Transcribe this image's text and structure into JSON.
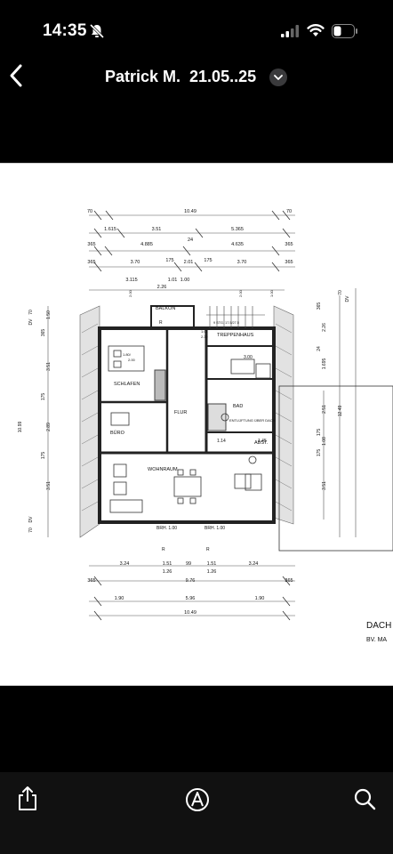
{
  "status": {
    "time": "14:35",
    "icons": [
      "bell-slash-icon",
      "cellular-signal-icon",
      "wifi-icon",
      "battery-icon"
    ]
  },
  "header": {
    "back_icon": "chevron-left-icon",
    "title": "Patrick M.  21.05..25",
    "menu_icon": "chevron-down-circle-icon"
  },
  "document": {
    "rooms": {
      "balkon": "BALKON",
      "treppenhaus": "TREPPENHAUS",
      "schlafen": "SCHLAFEN",
      "buero": "BÜRO",
      "flur": "FLUR",
      "bad": "BAD",
      "wohnraum": "WOHNRAUM",
      "abst": "ABST.",
      "entlueftung": "ENTLÜFTUNG ÜBER DACH"
    },
    "top_dims": {
      "row1": [
        "70",
        "10.49",
        "70"
      ],
      "row2": [
        "1.615",
        "3.51",
        "5.365"
      ],
      "row3": [
        "365",
        "4.885",
        "24",
        "4.635",
        "365"
      ],
      "row4": [
        "365",
        "3.70",
        "175",
        "2.01",
        "175",
        "3.70",
        "365"
      ],
      "row5": [
        "3.115",
        "1.01",
        "1.00",
        "2.26"
      ]
    },
    "bottom_dims": {
      "row1": [
        "3.24",
        "1.51",
        "99",
        "1.51",
        "3.24"
      ],
      "row1b": [
        "1.26",
        "1.26"
      ],
      "row2": [
        "365",
        "9.76",
        "365"
      ],
      "row3": [
        "1.90",
        "5.96",
        "1.90"
      ],
      "row4": [
        "10.49"
      ]
    },
    "left_dims": [
      "70",
      "DV",
      "365",
      "1.50",
      "3.51",
      "175",
      "2.89",
      "10.99",
      "175",
      "3.51",
      "70",
      "DV"
    ],
    "right_dims": [
      "70",
      "DV",
      "365",
      "2.26",
      "24",
      "1.695",
      "2.51",
      "12.49",
      "175",
      "1.08",
      "175",
      "3.51"
    ],
    "misc": {
      "r": "R",
      "brh1": "BRH. 1.00",
      "brh2": "BRH. 1.00",
      "dim_300": "3.00",
      "dim_145": "1.45",
      "dim_114": "1.14",
      "stairs": "9 STG. 17.5/27.5",
      "win_a": "1.80/",
      "win_b": "2.00",
      "win_c": "1.01",
      "win_d": "2.30",
      "v200a": "2.00",
      "v200b": "2.00",
      "v100": "1.00",
      "right_title": "DACH",
      "right_sub": "BV. MA"
    }
  },
  "toolbar": {
    "items": [
      "share-icon",
      "markup-icon",
      "search-icon"
    ]
  }
}
